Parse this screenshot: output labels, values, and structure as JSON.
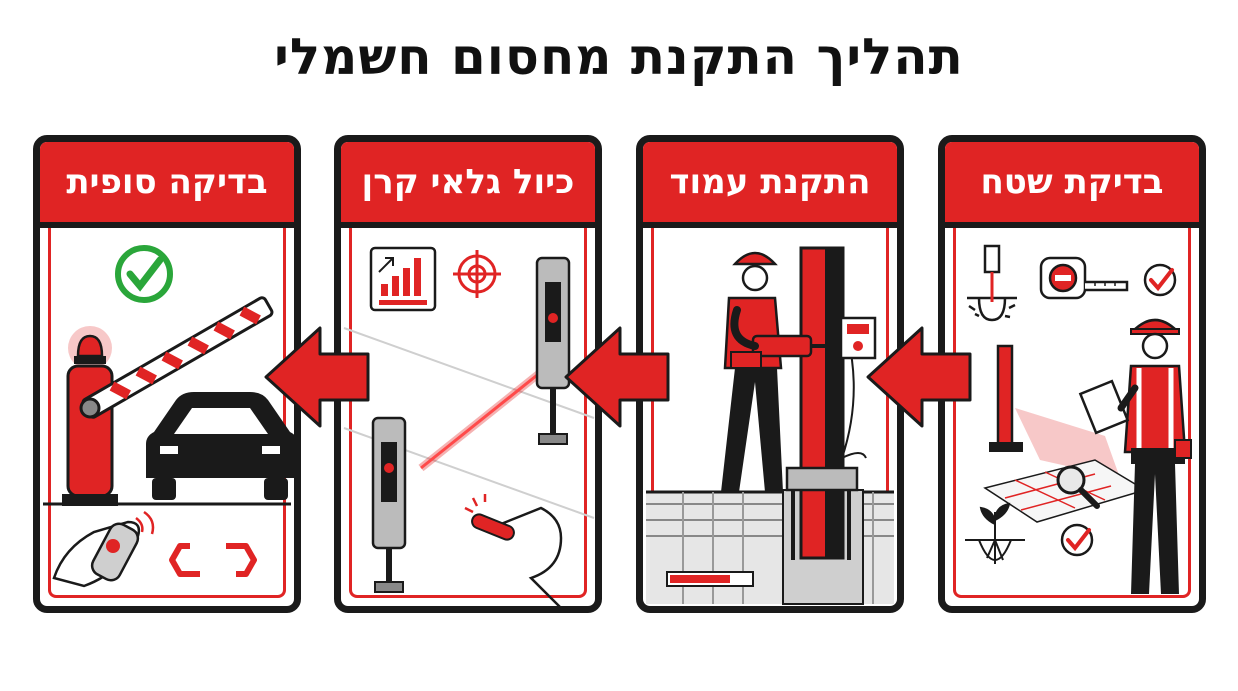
{
  "title": "תהליך התקנת מחסום חשמלי",
  "steps": [
    {
      "label": "בדיקת שטח"
    },
    {
      "label": "התקנת עמוד"
    },
    {
      "label": "כיול גלאי קרן"
    },
    {
      "label": "בדיקה סופית"
    }
  ],
  "colors": {
    "accent": "#e02424",
    "outline": "#1a1a1a",
    "check": "#2aa63a"
  },
  "flow_direction": "right-to-left"
}
